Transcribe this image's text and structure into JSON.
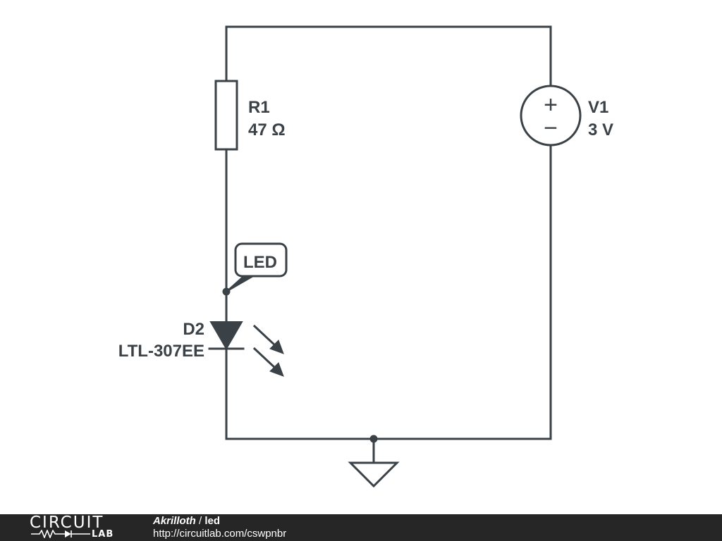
{
  "schematic": {
    "resistor": {
      "ref": "R1",
      "value": "47 Ω"
    },
    "source": {
      "ref": "V1",
      "value": "3 V",
      "plus_symbol": "+",
      "minus_symbol": "−"
    },
    "diode": {
      "ref": "D2",
      "part": "LTL-307EE"
    },
    "net_label": "LED",
    "colors": {
      "ink": "#3b4247",
      "background": "#ffffff"
    }
  },
  "footer": {
    "logo_word": "CIRCUIT",
    "logo_sub": "LAB",
    "author": "Akrilloth",
    "separator": "/",
    "title": "led",
    "url": "http://circuitlab.com/cswpnbr",
    "colors": {
      "background": "#262626",
      "text": "#ffffff"
    }
  }
}
